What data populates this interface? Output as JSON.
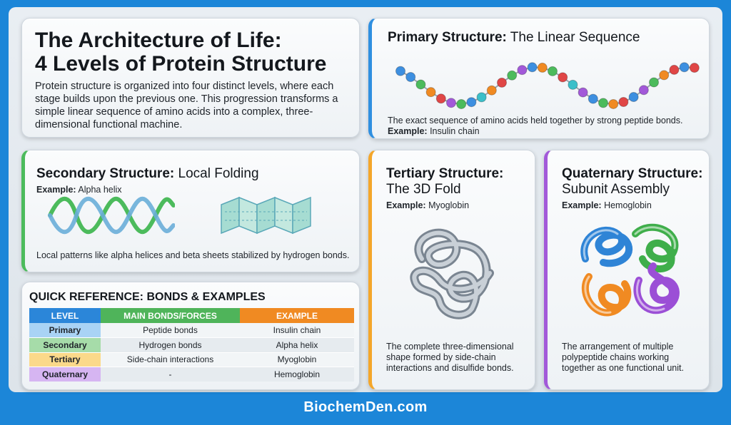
{
  "header": {
    "title_line1": "The Architecture of Life:",
    "title_line2": "4 Levels of Protein Structure",
    "intro": "Protein structure is organized into four distinct levels, where each stage builds upon the previous one. This progression transforms a simple linear sequence of amino acids into a complex, three-dimensional functional machine."
  },
  "primary": {
    "title_bold": "Primary Structure:",
    "title_rest": " The Linear Sequence",
    "description": "The exact sequence of amino acids held together by strong peptide bonds.",
    "example_label": "Example:",
    "example_value": " Insulin chain",
    "accent": "#2f8fe0"
  },
  "secondary": {
    "title_bold": "Secondary Structure:",
    "title_rest": " Local Folding",
    "example_label": "Example:",
    "example_value": " Alpha helix",
    "description": "Local patterns like alpha helices and beta sheets stabilized by hydrogen bonds.",
    "accent": "#4cbb5c"
  },
  "tertiary": {
    "title_bold": "Tertiary Structure:",
    "title_rest": "The 3D Fold",
    "example_label": "Example:",
    "example_value": " Myoglobin",
    "description": "The complete three-dimensional shape formed by side-chain interactions and disulfide bonds.",
    "accent": "#f4a62a"
  },
  "quaternary": {
    "title_bold": "Quaternary Structure:",
    "title_rest": "Subunit Assembly",
    "example_label": "Example:",
    "example_value": " Hemoglobin",
    "description": "The arrangement of multiple polypeptide chains working together as one functional unit.",
    "accent": "#a259d9"
  },
  "quick_reference": {
    "title": "QUICK REFERENCE: BONDS & EXAMPLES",
    "headers": [
      "LEVEL",
      "MAIN BONDS/FORCES",
      "EXAMPLE"
    ],
    "header_colors": [
      "#2b86d9",
      "#4fb45a",
      "#f08a22"
    ],
    "rows": [
      {
        "level": "Primary",
        "bonds": "Peptide bonds",
        "example": "Insulin chain",
        "color": "#a9d3f5"
      },
      {
        "level": "Secondary",
        "bonds": "Hydrogen bonds",
        "example": "Alpha helix",
        "color": "#a6dca9"
      },
      {
        "level": "Tertiary",
        "bonds": "Side-chain interactions",
        "example": "Myoglobin",
        "color": "#fbd98a"
      },
      {
        "level": "Quaternary",
        "bonds": "-",
        "example": "Hemoglobin",
        "color": "#d6b5f2"
      }
    ]
  },
  "bead_colors": [
    "#3d8fe0",
    "#4cbb5c",
    "#f08a22",
    "#e04646",
    "#a259d9",
    "#3bbfc9"
  ],
  "footer": "BiochemDen.com"
}
